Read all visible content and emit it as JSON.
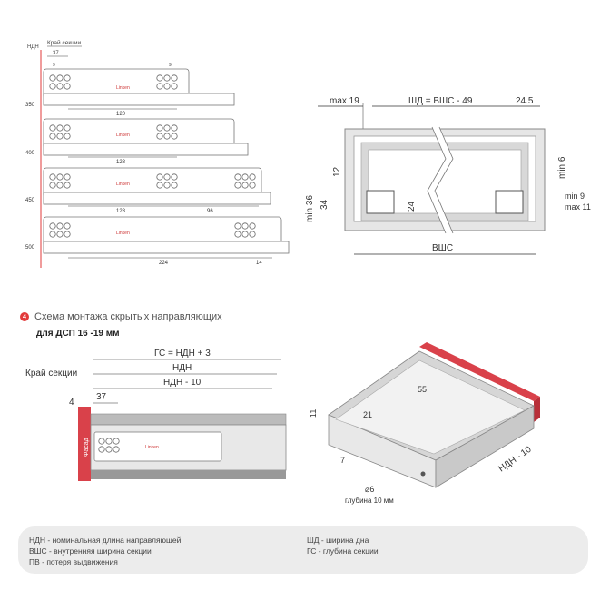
{
  "colors": {
    "accent": "#e23a3a",
    "facade": "#d9414a",
    "frame": "#8a8a8a",
    "guide": "#a8a8a8",
    "legend_bg": "#ececec"
  },
  "top_left": {
    "edge_label": "Край секции",
    "col_header": "НДН",
    "rows": [
      {
        "ndn": "350",
        "dims": [
          "120"
        ]
      },
      {
        "ndn": "400",
        "dims": [
          "128"
        ]
      },
      {
        "ndn": "450",
        "dims": [
          "128",
          "96"
        ]
      },
      {
        "ndn": "500",
        "dims": [
          "224",
          "14"
        ]
      }
    ],
    "offset_37": "37",
    "small_9a": "9",
    "small_9b": "9",
    "brand": "Linken"
  },
  "top_right": {
    "max19": "max 19",
    "width_formula": "ШД = ВШС - 49",
    "dim_245": "24.5",
    "min6": "min 6",
    "dim12": "12",
    "min36": "min 36",
    "dim34": "34",
    "dim24": "24",
    "min9": "min 9",
    "max11": "max 11",
    "vshs": "ВШС"
  },
  "section": {
    "number": "4",
    "title": "Схема монтажа скрытых направляющих",
    "subtitle": "для ДСП 16 -19 мм"
  },
  "bottom_left": {
    "gs": "ГС = НДН + 3",
    "ndn": "НДН",
    "ndn10": "НДН - 10",
    "edge": "Край секции",
    "dim4": "4",
    "dim37": "37",
    "facade": "Фасад"
  },
  "bottom_right": {
    "dim11": "11",
    "dim21": "21",
    "dim55": "55",
    "dim7": "7",
    "ndn10": "НДН - 10",
    "hole": "⌀6",
    "depth": "глубина 10 мм"
  },
  "legend": [
    "НДН - номинальная длина направляющей",
    "ВШС - внутренняя ширина секции",
    "ПВ - потеря выдвижения",
    "ШД - ширина дна",
    "ГС - глубина секции"
  ]
}
